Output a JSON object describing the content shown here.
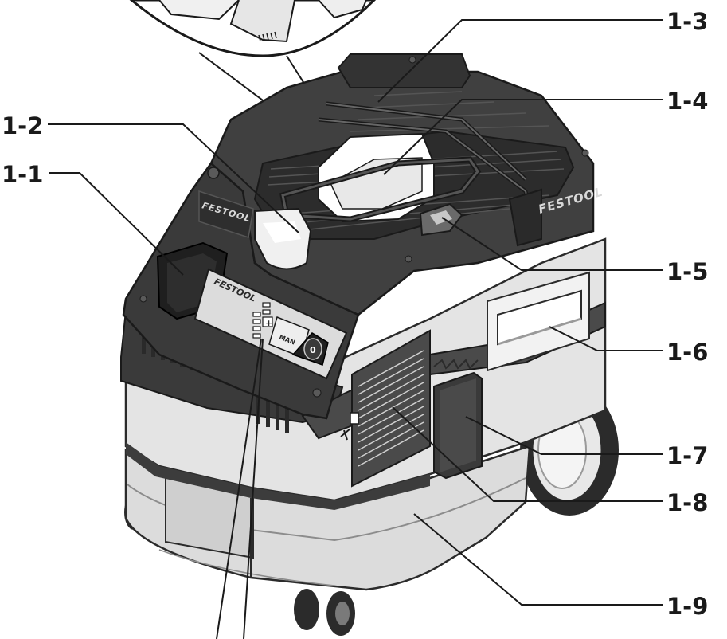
{
  "brand": "FESTOOL",
  "man_label": "MAN",
  "plus_symbol": "+",
  "power_symbol": "0",
  "callouts": [
    {
      "id": "1-1",
      "label": "1-1"
    },
    {
      "id": "1-2",
      "label": "1-2"
    },
    {
      "id": "1-3",
      "label": "1-3"
    },
    {
      "id": "1-4",
      "label": "1-4"
    },
    {
      "id": "1-5",
      "label": "1-5"
    },
    {
      "id": "1-6",
      "label": "1-6"
    },
    {
      "id": "1-7",
      "label": "1-7"
    },
    {
      "id": "1-8",
      "label": "1-8"
    },
    {
      "id": "1-9",
      "label": "1-9"
    }
  ]
}
